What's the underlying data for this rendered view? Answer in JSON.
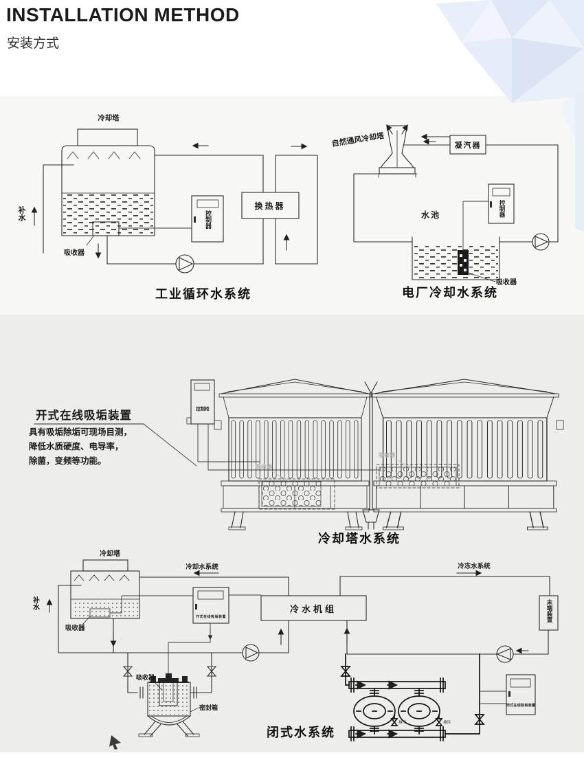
{
  "header": {
    "title": "INSTALLATION METHOD",
    "subtitle": "安装方式"
  },
  "colors": {
    "line": "#2b2b2b",
    "dark_line": "#131313",
    "caption": "#111111",
    "scan_top": "#f7f7f5",
    "scan_bottom": "#ededeb",
    "decor_blue_light": "#eef3fb",
    "decor_blue_mid": "#dfe7f7",
    "decor_band": "#e6eff6"
  },
  "industrial_system": {
    "caption": "工业循环水系统",
    "cooling_tower_label": "冷却塔",
    "makeup_water_label": "补水",
    "absorber_label": "吸收器",
    "controller_label": "控制器",
    "heat_exchanger_label": "换热器"
  },
  "power_plant_system": {
    "caption": "电厂冷却水系统",
    "tower_label": "自然通风冷却塔",
    "condenser_label": "凝汽器",
    "pool_label": "水池",
    "controller_label": "控制器",
    "absorber_label": "吸收器"
  },
  "cooling_tower_system": {
    "caption": "冷却塔水系统",
    "device_heading": "开式在线吸垢装置",
    "description_lines": [
      "具有吸垢除垢可现场目测，",
      "降低水质硬度、电导率，",
      "除菌，变频等功能。"
    ],
    "cabinet_label": "控制柜",
    "absorber_label_left": "吸收器",
    "absorber_label_right": "吸收器"
  },
  "closed_system": {
    "caption": "闭式水系统",
    "tower_label": "冷却塔",
    "makeup_water_label": "补水",
    "tower_absorber_label": "吸收器",
    "cooling_water_label": "冷却水系统",
    "chilled_water_label": "冷冻水系统",
    "chiller_label": "冷水机组",
    "terminal_label": "末端装置",
    "open_controller_label": "开式在线吸垢装置",
    "closed_controller_label": "闭式在线除垢装置",
    "tank_absorber_label": "吸收器",
    "sealed_tank_label": "密封箱",
    "drain_label_1": "排污",
    "drain_label_2": "排污"
  }
}
